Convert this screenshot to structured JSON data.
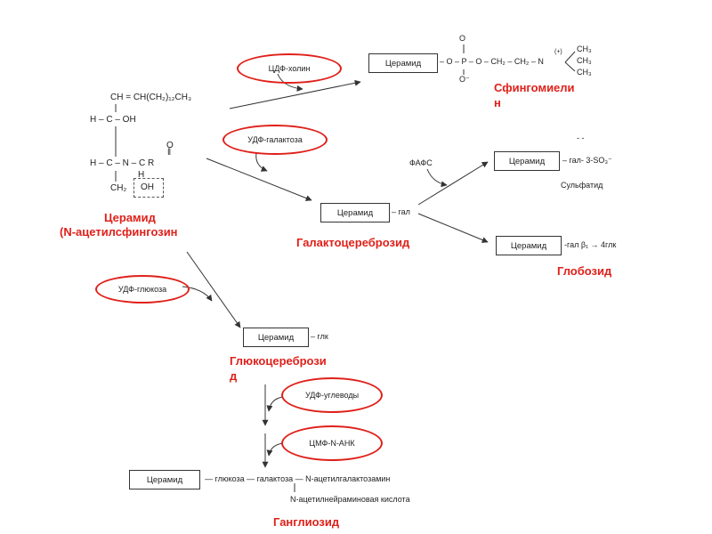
{
  "top_edge_dash": "- -",
  "sphingosine": {
    "line1": "CH = CH(CH₂)₁₂CH₃",
    "h1": "H – C – OH",
    "o": "O",
    "dbl": "‖",
    "h2": "H – C – N – C R",
    "h_under": "H",
    "ch2": "CH₂",
    "oh": "OH"
  },
  "ceramide_label": {
    "line1": "Церамид",
    "line2": "(N-ацетилсфингозин"
  },
  "cofactors": {
    "cdp_choline": "ЦДФ-холин",
    "udp_galactose": "УДФ-галактоза",
    "udp_glucose": "УДФ-глюкоза",
    "udp_carbs": "УДФ-углеводы",
    "cmp_nana": "ЦМФ-N-АНК",
    "pafs": "ФАФС"
  },
  "box_label": "Церамид",
  "sphingomyelin": {
    "chain": "– O – P – O – CH₂ – CH₂ – N",
    "o_top": "O",
    "o_bottom": "O⁻",
    "plus": "(+)",
    "ch3": "CH₃",
    "label_line1": "Сфингомиели",
    "label_line2": "н"
  },
  "sulfatide": {
    "chain": "– гал- 3-SO₃⁻",
    "name": "Сульфатид"
  },
  "galactocerebroside": {
    "chain": "– гал",
    "label": "Галактоцереброзид"
  },
  "globoside": {
    "chain": "-гал β₁ → 4глк",
    "label": "Глобозид"
  },
  "glucocerebroside": {
    "chain": "– глк",
    "label_line1": "Глюкоцеребрози",
    "label_line2": "д"
  },
  "ganglioside": {
    "chain": "— глюкоза — галактоза — N-ацетилгалактозамин",
    "branch": "N-ацетилнейраминовая кислота",
    "label": "Ганглиозид"
  },
  "colors": {
    "highlight": "#e0201a",
    "ink": "#222222"
  }
}
